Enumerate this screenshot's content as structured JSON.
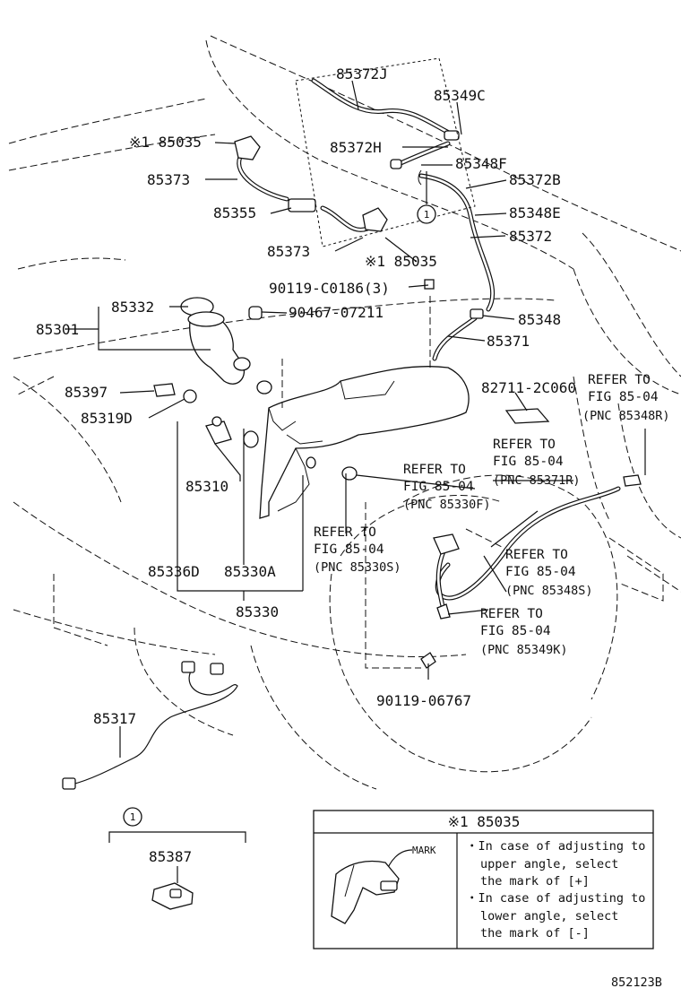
{
  "labels": {
    "p85372J": "85372J",
    "p85349C": "85349C",
    "p85035_top": "※1 85035",
    "p85372H": "85372H",
    "p85348F": "85348F",
    "p85373_top": "85373",
    "p85372B": "85372B",
    "p85355": "85355",
    "p85348E": "85348E",
    "p85372": "85372",
    "p85373_bot": "85373",
    "p85035_bot": "※1 85035",
    "p90119C0186": "90119-C0186(3)",
    "p85332": "85332",
    "p90467": "90467-07211",
    "p85301": "85301",
    "p85348": "85348",
    "p85371": "85371",
    "p85397": "85397",
    "p82711": "82711-2C060",
    "p85319D": "85319D",
    "p85310": "85310",
    "p85336D": "85336D",
    "p85330A": "85330A",
    "p85330": "85330",
    "p85317": "85317",
    "p90119_06767": "90119-06767",
    "p85387": "85387",
    "callout_1": "1",
    "drawing_number": "852123B"
  },
  "refs": {
    "r85348R": {
      "l1": "REFER TO",
      "l2": "FIG 85-04",
      "l3": "(PNC 85348R)"
    },
    "r85371R": {
      "l1": "REFER TO",
      "l2": "FIG 85-04",
      "l3": "(PNC 85371R)"
    },
    "r85330F": {
      "l1": "REFER TO",
      "l2": "FIG 85-04",
      "l3": "(PNC 85330F)"
    },
    "r85330S": {
      "l1": "REFER TO",
      "l2": "FIG 85-04",
      "l3": "(PNC 85330S)"
    },
    "r85348S": {
      "l1": "REFER TO",
      "l2": "FIG 85-04",
      "l3": "(PNC 85348S)"
    },
    "r85349K": {
      "l1": "REFER TO",
      "l2": "FIG 85-04",
      "l3": "(PNC 85349K)"
    }
  },
  "note_box": {
    "title": "※1 85035",
    "mark_label": "MARK",
    "lines": [
      "・In case of adjusting to",
      "upper angle, select",
      "the mark of [+]",
      "・In case of adjusting to",
      "lower angle, select",
      "the mark of [-]"
    ]
  }
}
